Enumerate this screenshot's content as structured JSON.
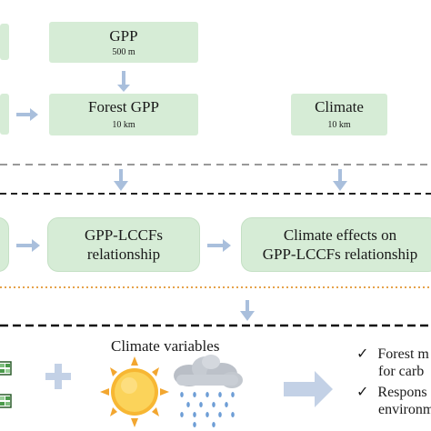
{
  "row1": {
    "gpp": {
      "title": "GPP",
      "resolution": "500 m"
    }
  },
  "row2": {
    "forest_gpp": {
      "title": "Forest GPP",
      "resolution": "10 km"
    },
    "climate": {
      "title": "Climate",
      "resolution": "10 km"
    }
  },
  "row3": {
    "relationship": {
      "line1": "GPP-LCCFs",
      "line2": "relationship"
    },
    "climate_effects": {
      "line1": "Climate effects on",
      "line2": "GPP-LCCFs relationship"
    }
  },
  "row4": {
    "climate_variables_label": "Climate variables",
    "outputs": [
      {
        "mark": "✓",
        "line1": "Forest m",
        "line2": "for carb"
      },
      {
        "mark": "✓",
        "line1": "Respons",
        "line2": "environm"
      }
    ]
  },
  "colors": {
    "box_fill": "#d6ecd6",
    "arrow": "#a9bfdc",
    "dashed_gray": "#999999",
    "dashed_dark": "#222222",
    "dotted_orange": "#e6a24a"
  },
  "icons": [
    "plus-icon",
    "sun-icon",
    "rain-cloud-icon",
    "grid-icon",
    "right-arrow-icon"
  ]
}
